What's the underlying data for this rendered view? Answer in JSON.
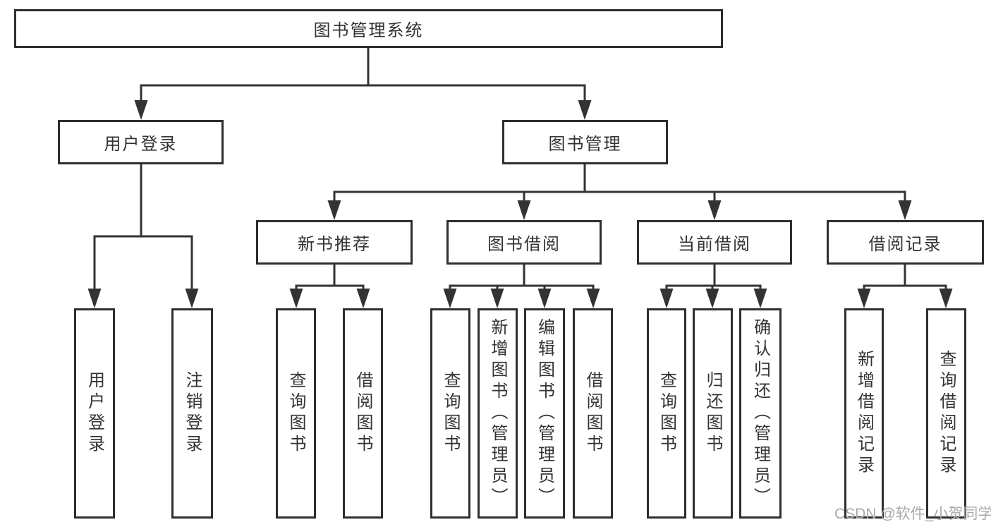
{
  "colors": {
    "line": "#333333",
    "border": "#2e2e2e",
    "text": "#333333",
    "background": "#ffffff",
    "watermark": "#a9a9a9"
  },
  "tree": {
    "label": "图书管理系统",
    "children": [
      {
        "label": "用户登录",
        "children": [
          {
            "label": "用户登录"
          },
          {
            "label": "注销登录"
          }
        ]
      },
      {
        "label": "图书管理",
        "children": [
          {
            "label": "新书推荐",
            "children": [
              {
                "label": "查询图书"
              },
              {
                "label": "借阅图书"
              }
            ]
          },
          {
            "label": "图书借阅",
            "children": [
              {
                "label": "查询图书"
              },
              {
                "label": "新增图书（管理员）"
              },
              {
                "label": "编辑图书（管理员）"
              },
              {
                "label": "借阅图书"
              }
            ]
          },
          {
            "label": "当前借阅",
            "children": [
              {
                "label": "查询图书"
              },
              {
                "label": "归还图书"
              },
              {
                "label": "确认归还（管理员）"
              }
            ]
          },
          {
            "label": "借阅记录",
            "children": [
              {
                "label": "新增借阅记录"
              },
              {
                "label": "查询借阅记录"
              }
            ]
          }
        ]
      }
    ]
  },
  "watermark": {
    "text": "CSDN @软件_小贺同学"
  }
}
